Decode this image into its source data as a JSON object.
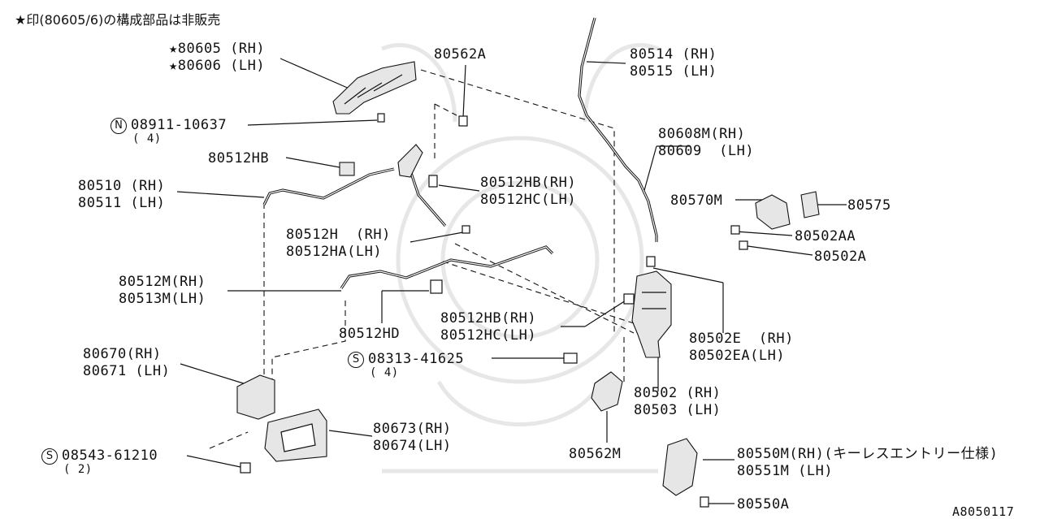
{
  "note": "★印(80605/6)の構成部品は非販売",
  "diagram_code": "A8050117",
  "parts": {
    "p80605": "★80605 (RH)",
    "p80606": "★80606 (LH)",
    "p80562A": "80562A",
    "p80514": "80514 (RH)",
    "p80515": "80515 (LH)",
    "n_symbol": "N",
    "p08911": "08911-10637",
    "p08911_qty": "( 4)",
    "p80608M": "80608M(RH)",
    "p80609": "80609  (LH)",
    "p80512HB_a": "80512HB",
    "p80510": "80510 (RH)",
    "p80511": "80511 (LH)",
    "p80512HB_b": "80512HB(RH)",
    "p80512HC_b": "80512HC(LH)",
    "p80570M": "80570M",
    "p80575": "80575",
    "p80502AA": "80502AA",
    "p80502A": "80502A",
    "p80512H": "80512H  (RH)",
    "p80512HA": "80512HA(LH)",
    "p80512M": "80512M(RH)",
    "p80513M": "80513M(LH)",
    "p80512HB_c": "80512HB(RH)",
    "p80512HC_c": "80512HC(LH)",
    "p80512HD": "80512HD",
    "p80502E": "80502E  (RH)",
    "p80502EA": "80502EA(LH)",
    "s_symbol": "S",
    "p08313": "08313-41625",
    "p08313_qty": "( 4)",
    "p80670": "80670(RH)",
    "p80671": "80671 (LH)",
    "p80502": "80502 (RH)",
    "p80503": "80503 (LH)",
    "p80673": "80673(RH)",
    "p80674": "80674(LH)",
    "p80562M": "80562M",
    "p08543": "08543-61210",
    "p08543_qty": "( 2)",
    "p80550M": "80550M(RH)(キーレスエントリー仕様)",
    "p80551M": "80551M (LH)",
    "p80550A": "80550A"
  }
}
